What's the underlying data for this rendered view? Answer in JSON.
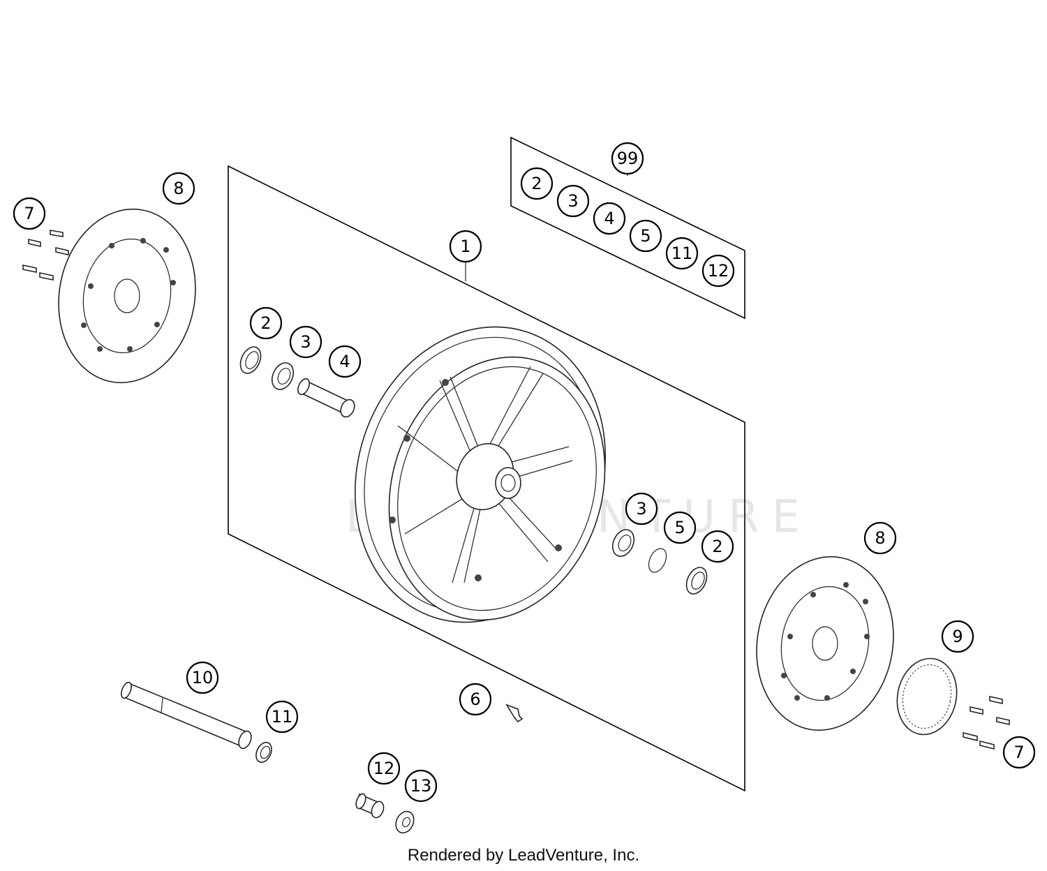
{
  "footer_text": "Rendered by LeadVenture, Inc.",
  "watermark_text": "LEADVENTURE",
  "kit_callout": "99",
  "kit_items": [
    "2",
    "3",
    "4",
    "5",
    "11",
    "12"
  ],
  "callouts": {
    "wheel": "1",
    "seal_left": "2",
    "bearing_left": "3",
    "spacer": "4",
    "bearing_right": "3",
    "circlip": "5",
    "seal_right": "2",
    "valve": "6",
    "screws_left": "7",
    "screws_right": "7",
    "disc_left": "8",
    "disc_right": "8",
    "abs_ring": "9",
    "axle": "10",
    "axle_ring": "11",
    "spacer_bushing": "12",
    "washer": "13"
  }
}
